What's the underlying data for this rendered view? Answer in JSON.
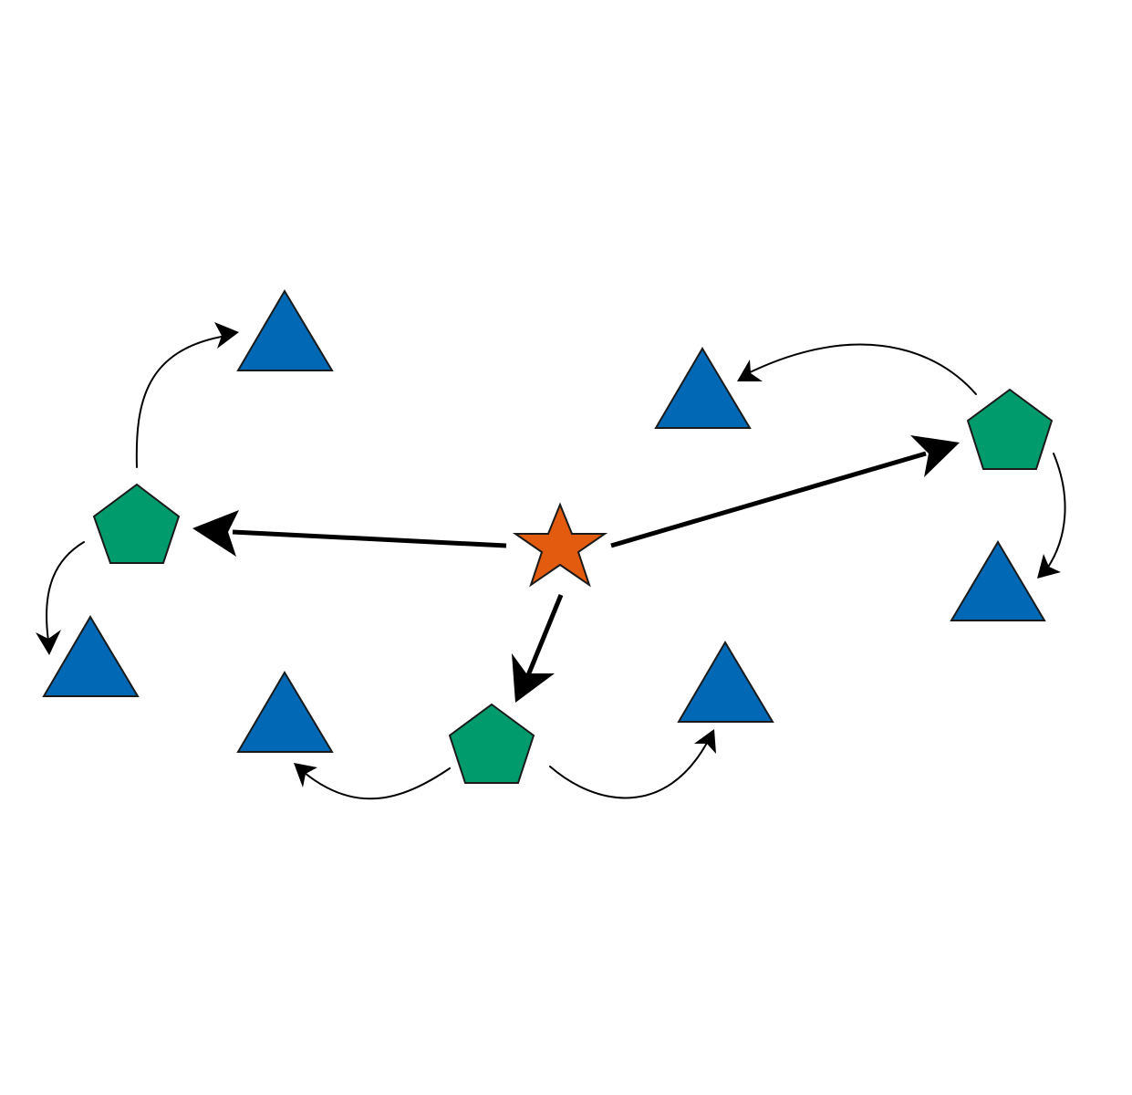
{
  "diagram": {
    "type": "hub-and-spoke tree",
    "colors": {
      "background": "#ffffff",
      "hub": "#e35b0e",
      "intermediate": "#009b6c",
      "leaf": "#0068b4",
      "edge": "#000000",
      "outline": "#1a1a1a"
    },
    "nodes": [
      {
        "id": "hub",
        "shape": "star",
        "role": "root"
      },
      {
        "id": "pentagon-left",
        "shape": "pentagon",
        "role": "intermediate"
      },
      {
        "id": "pentagon-right",
        "shape": "pentagon",
        "role": "intermediate"
      },
      {
        "id": "pentagon-bottom",
        "shape": "pentagon",
        "role": "intermediate"
      },
      {
        "id": "triangle-left-top",
        "shape": "triangle",
        "role": "leaf"
      },
      {
        "id": "triangle-left-bottom",
        "shape": "triangle",
        "role": "leaf"
      },
      {
        "id": "triangle-right-top",
        "shape": "triangle",
        "role": "leaf"
      },
      {
        "id": "triangle-right-bottom",
        "shape": "triangle",
        "role": "leaf"
      },
      {
        "id": "triangle-bottom-left",
        "shape": "triangle",
        "role": "leaf"
      },
      {
        "id": "triangle-bottom-right",
        "shape": "triangle",
        "role": "leaf"
      }
    ],
    "edges": [
      {
        "from": "hub",
        "to": "pentagon-left",
        "style": "thick"
      },
      {
        "from": "hub",
        "to": "pentagon-right",
        "style": "thick"
      },
      {
        "from": "hub",
        "to": "pentagon-bottom",
        "style": "thick"
      },
      {
        "from": "pentagon-left",
        "to": "triangle-left-top",
        "style": "curved"
      },
      {
        "from": "pentagon-left",
        "to": "triangle-left-bottom",
        "style": "curved"
      },
      {
        "from": "pentagon-right",
        "to": "triangle-right-top",
        "style": "curved"
      },
      {
        "from": "pentagon-right",
        "to": "triangle-right-bottom",
        "style": "curved"
      },
      {
        "from": "pentagon-bottom",
        "to": "triangle-bottom-left",
        "style": "curved"
      },
      {
        "from": "pentagon-bottom",
        "to": "triangle-bottom-right",
        "style": "curved"
      }
    ]
  }
}
